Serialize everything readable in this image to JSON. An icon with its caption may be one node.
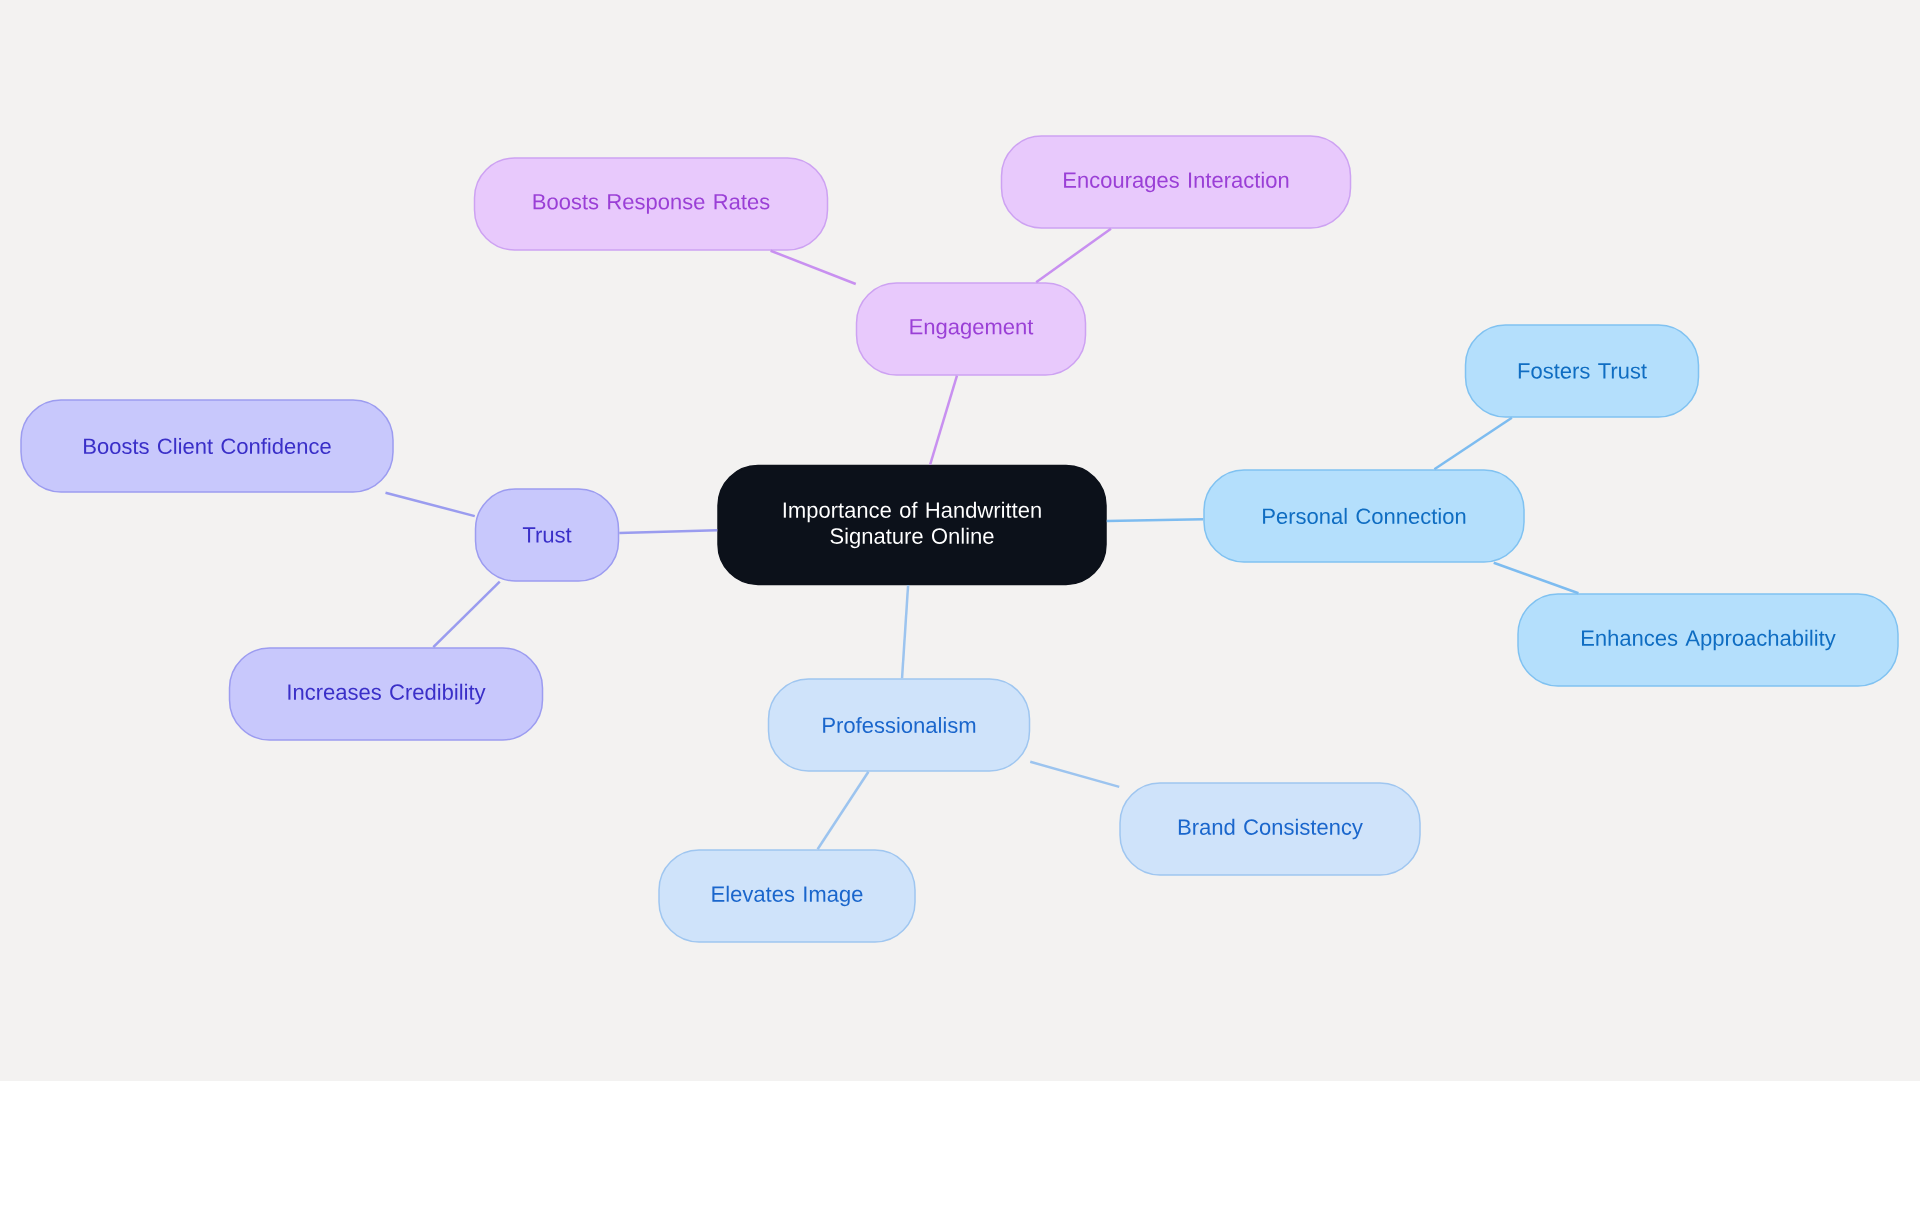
{
  "diagram": {
    "nodes": [
      {
        "text": [
          "Importance of Handwritten Signature Online"
        ]
      },
      {
        "text": [
          "Engagement"
        ]
      },
      {
        "text": [
          "Boosts Response Rates"
        ]
      },
      {
        "text": [
          "Encourages Interaction"
        ]
      },
      {
        "text": [
          "Personal Connection"
        ]
      },
      {
        "text": [
          "Fosters Trust"
        ]
      },
      {
        "text": [
          "Enhances Approachability"
        ]
      },
      {
        "text": [
          "Professionalism"
        ]
      },
      {
        "text": [
          "Elevates Image"
        ]
      },
      {
        "text": [
          "Brand Consistency"
        ]
      },
      {
        "text": [
          "Trust"
        ]
      },
      {
        "text": [
          "Boosts Client Confidence"
        ]
      },
      {
        "text": [
          "Increases Credibility"
        ]
      }
    ],
    "edges": [
      {
        "from": 0,
        "to": 1,
        "arrow": "none",
        "color": "#c890f0"
      },
      {
        "from": 1,
        "to": 2,
        "arrow": "none",
        "color": "#c890f0"
      },
      {
        "from": 1,
        "to": 3,
        "arrow": "none",
        "color": "#c890f0"
      },
      {
        "from": 0,
        "to": 4,
        "arrow": "none",
        "color": "#7dbcf0"
      },
      {
        "from": 4,
        "to": 5,
        "arrow": "none",
        "color": "#7dbcf0"
      },
      {
        "from": 4,
        "to": 6,
        "arrow": "none",
        "color": "#7dbcf0"
      },
      {
        "from": 0,
        "to": 7,
        "arrow": "none",
        "color": "#9cc4ef"
      },
      {
        "from": 7,
        "to": 8,
        "arrow": "none",
        "color": "#9cc4ef"
      },
      {
        "from": 7,
        "to": 9,
        "arrow": "none",
        "color": "#9cc4ef"
      },
      {
        "from": 0,
        "to": 10,
        "arrow": "none",
        "color": "#9a9cef"
      },
      {
        "from": 10,
        "to": 11,
        "arrow": "none",
        "color": "#9a9cef"
      },
      {
        "from": 10,
        "to": 12,
        "arrow": "none",
        "color": "#9a9cef"
      }
    ]
  }
}
